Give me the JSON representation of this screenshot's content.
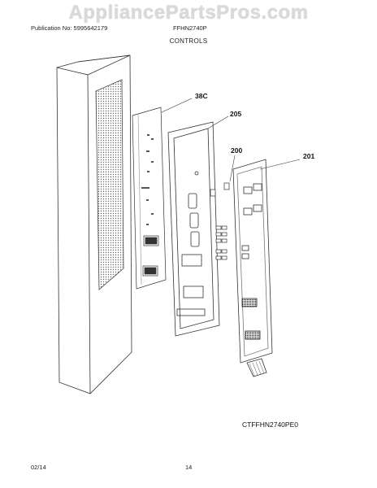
{
  "watermark": "AppliancePartsPros.com",
  "header": {
    "publication": "Publication No: 5995642179",
    "model": "FFHN2740P",
    "section_title": "CONTROLS"
  },
  "callouts": {
    "c38c": "38C",
    "c205": "205",
    "c200": "200",
    "c201": "201"
  },
  "diagram_code": "CTFFHN2740PE0",
  "footer": {
    "date": "02/14",
    "page": "14"
  }
}
